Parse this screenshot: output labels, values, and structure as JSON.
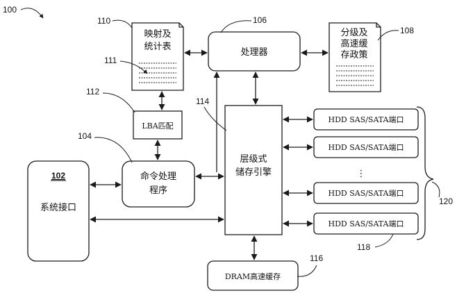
{
  "diagram": {
    "figure_ref": "100",
    "nodes": {
      "stats_table": {
        "ref": "110",
        "line1": "映射及",
        "line2": "统计表"
      },
      "stats_table_entry": {
        "ref": "111"
      },
      "processor": {
        "ref": "106",
        "label": "处理器"
      },
      "tier_policy": {
        "ref": "108",
        "line1": "分级及",
        "line2": "高速缓",
        "line3": "存政策"
      },
      "lba_match": {
        "ref": "112",
        "label": "LBA匹配"
      },
      "cmd_handler": {
        "ref": "104",
        "line1": "命令处理",
        "line2": "程序"
      },
      "tiered_engine": {
        "ref": "114",
        "line1": "层级式",
        "line2": "储存引擎"
      },
      "system_interface": {
        "ref": "102",
        "label": "系统接口"
      },
      "dram_cache": {
        "ref": "116",
        "label": "DRAM高速缓存"
      },
      "hdd_ports": {
        "group_ref": "120",
        "port_ref": "118",
        "ellipsis": "⋮",
        "ports": [
          "HDD SAS/SATA端口",
          "HDD SAS/SATA端口",
          "HDD SAS/SATA端口",
          "HDD SAS/SATA端口"
        ]
      }
    }
  }
}
